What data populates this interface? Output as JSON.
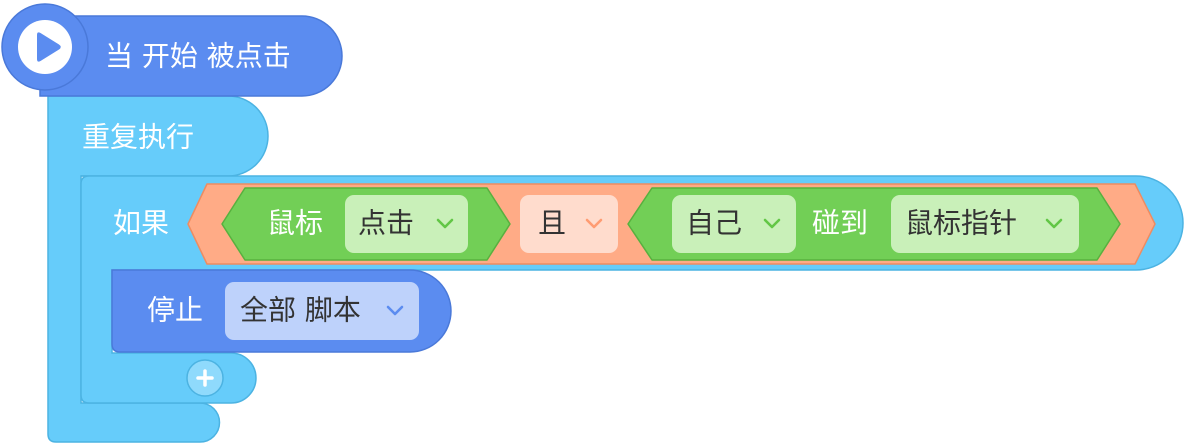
{
  "colors": {
    "event_blue": "#5b8cf0",
    "control_blue": "#66ccfa",
    "operator_orange": "#ffab86",
    "sensing_green": "#72cf56",
    "green_dropdown": "#c9f0b9",
    "orange_dropdown": "#ffdccd",
    "blue_dropdown": "#bed2fb",
    "add_button": "#8fdafc",
    "white": "#ffffff"
  },
  "hat_block": {
    "label": "当 开始 被点击",
    "icon": "play-icon"
  },
  "forever_block": {
    "label": "重复执行"
  },
  "if_block": {
    "label": "如果",
    "condition": {
      "operator": {
        "value": "且"
      },
      "left": {
        "label": "鼠标",
        "dropdown": "点击"
      },
      "right": {
        "object_dropdown": "自己",
        "label": "碰到",
        "target_dropdown": "鼠标指针"
      }
    }
  },
  "stop_block": {
    "label": "停止",
    "dropdown": "全部 脚本"
  },
  "add_button": {
    "icon": "plus-icon"
  },
  "dropdown_icon": "chevron-down-icon"
}
